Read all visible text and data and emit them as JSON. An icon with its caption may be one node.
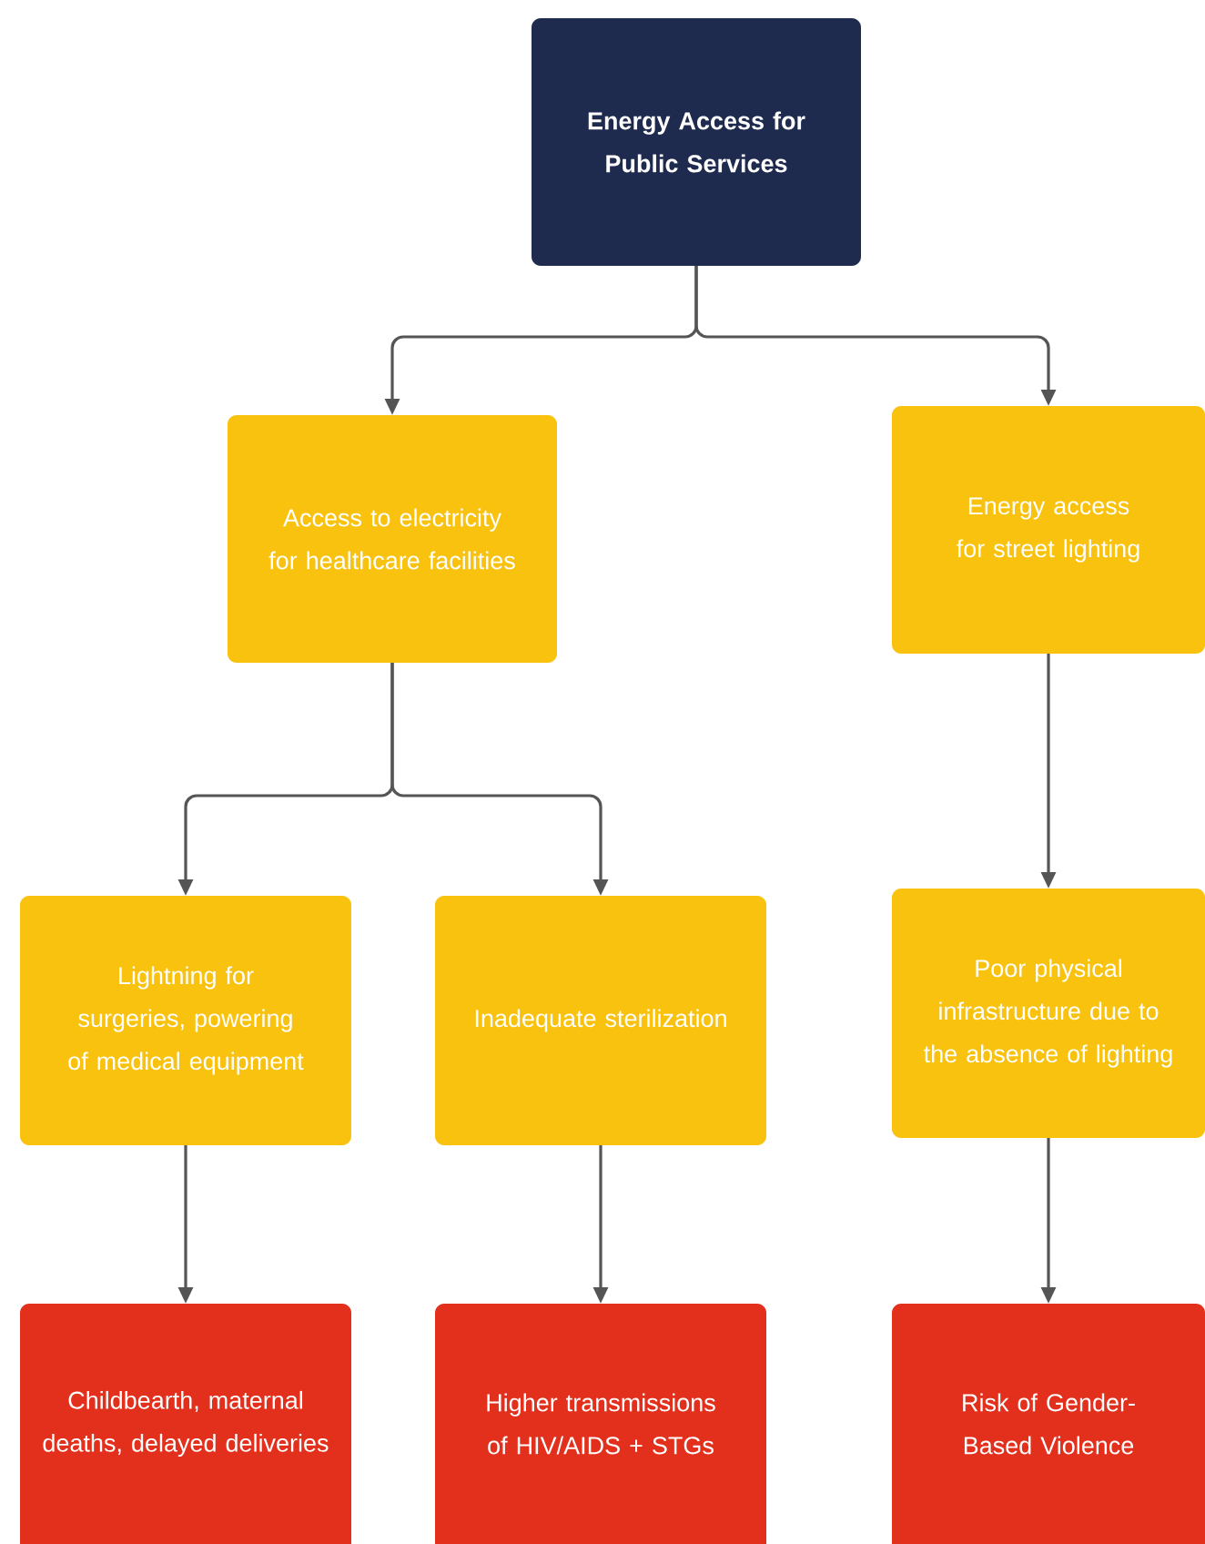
{
  "diagram": {
    "nodes": [
      {
        "text": [
          "Energy Access for Public Services"
        ]
      },
      {
        "text": [
          "Access to electricity for healthcare facilities"
        ]
      },
      {
        "text": [
          "Energy access for street lighting"
        ]
      },
      {
        "text": [
          "Lightning for surgeries, powering of medical equipment"
        ]
      },
      {
        "text": [
          "Inadequate sterilization"
        ]
      },
      {
        "text": [
          "Poor physical infrastructure due to the absence of lighting"
        ]
      },
      {
        "text": [
          "Childbearth, maternal deaths, delayed deliveries"
        ]
      },
      {
        "text": [
          "Higher transmissions of HIV/AIDS + STGs"
        ]
      },
      {
        "text": [
          "Risk of Gender-Based Violence"
        ]
      }
    ],
    "edges": [
      {
        "from": 0,
        "to": 1,
        "arrow": "to"
      },
      {
        "from": 0,
        "to": 2,
        "arrow": "to"
      },
      {
        "from": 1,
        "to": 3,
        "arrow": "to"
      },
      {
        "from": 1,
        "to": 4,
        "arrow": "to"
      },
      {
        "from": 2,
        "to": 5,
        "arrow": "to"
      },
      {
        "from": 3,
        "to": 6,
        "arrow": "to"
      },
      {
        "from": 4,
        "to": 7,
        "arrow": "to"
      },
      {
        "from": 5,
        "to": 8,
        "arrow": "to"
      }
    ]
  }
}
